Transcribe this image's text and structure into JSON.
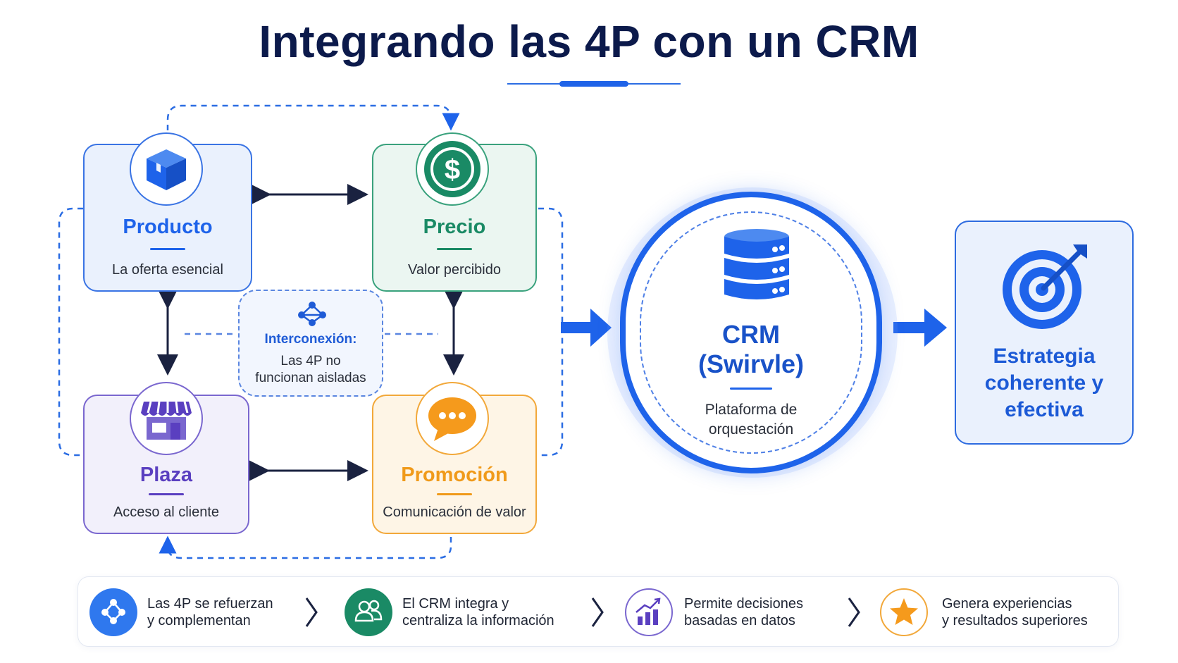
{
  "title": "Integrando las 4P con un CRM",
  "colors": {
    "producto": "#1e63ea",
    "precio": "#1a8a65",
    "plaza": "#5a3fc0",
    "promocion": "#f09a1a",
    "crm": "#1e63ea",
    "title": "#0c1a4b"
  },
  "cards": {
    "producto": {
      "name": "Producto",
      "subtitle": "La oferta esencial",
      "icon": "box-icon"
    },
    "precio": {
      "name": "Precio",
      "subtitle": "Valor percibido",
      "icon": "dollar-coin-icon"
    },
    "plaza": {
      "name": "Plaza",
      "subtitle": "Acceso al cliente",
      "icon": "storefront-icon"
    },
    "promocion": {
      "name": "Promoción",
      "subtitle": "Comunicación de valor",
      "icon": "chat-bubble-icon"
    }
  },
  "interconnect": {
    "title": "Interconexión:",
    "line1": "Las 4P no",
    "line2": "funcionan aisladas",
    "icon": "network-icon"
  },
  "crm": {
    "name_line1": "CRM",
    "name_line2": "(Swirvle)",
    "sub_line1": "Plataforma de",
    "sub_line2": "orquestación",
    "icon": "database-server-icon"
  },
  "strategy": {
    "line1": "Estrategia",
    "line2": "coherente y",
    "line3": "efectiva",
    "icon": "target-arrow-icon"
  },
  "steps": [
    {
      "line1": "Las 4P se refuerzan",
      "line2": "y complementan",
      "icon": "network-icon"
    },
    {
      "line1": "El CRM integra y",
      "line2": "centraliza la información",
      "icon": "users-icon"
    },
    {
      "line1": "Permite decisiones",
      "line2": "basadas en datos",
      "icon": "bar-chart-icon"
    },
    {
      "line1": "Genera experiencias",
      "line2": "y resultados superiores",
      "icon": "star-icon"
    }
  ]
}
